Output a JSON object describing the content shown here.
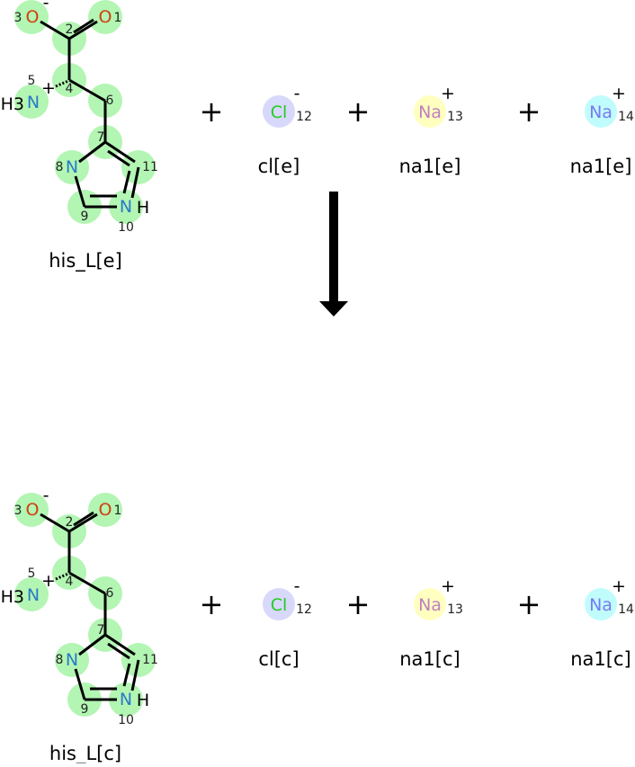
{
  "reaction": {
    "colors": {
      "highlight": "#b3f5b3",
      "oxygen": "#d04010",
      "nitrogen": "#2a7ac8",
      "chlorine_text": "#22cc22",
      "chlorine_bg": "#d8d8fb",
      "na13_text": "#c080c0",
      "na13_bg": "#ffffc0",
      "na14_text": "#7a7af0",
      "na14_bg": "#c0fcfc"
    },
    "plus_sign": "+",
    "sides": [
      {
        "his": {
          "name": "his_L[e]",
          "O3": "O",
          "O3_charge": "-",
          "O1": "O",
          "N5": "N",
          "N5_prefix": "H3",
          "N5_charge": "+",
          "N8": "N",
          "N10": "N",
          "N10_suffix": "H",
          "nums": [
            "1",
            "2",
            "3",
            "4",
            "5",
            "6",
            "7",
            "8",
            "9",
            "10",
            "11"
          ]
        },
        "cl": {
          "name": "cl[e]",
          "symbol": "Cl",
          "charge": "-",
          "num": "12"
        },
        "na13": {
          "name": "na1[e]",
          "symbol": "Na",
          "charge": "+",
          "num": "13"
        },
        "na14": {
          "name": "na1[e]",
          "symbol": "Na",
          "charge": "+",
          "num": "14"
        }
      },
      {
        "his": {
          "name": "his_L[c]",
          "O3": "O",
          "O3_charge": "-",
          "O1": "O",
          "N5": "N",
          "N5_prefix": "H3",
          "N5_charge": "+",
          "N8": "N",
          "N10": "N",
          "N10_suffix": "H",
          "nums": [
            "1",
            "2",
            "3",
            "4",
            "5",
            "6",
            "7",
            "8",
            "9",
            "10",
            "11"
          ]
        },
        "cl": {
          "name": "cl[c]",
          "symbol": "Cl",
          "charge": "-",
          "num": "12"
        },
        "na13": {
          "name": "na1[c]",
          "symbol": "Na",
          "charge": "+",
          "num": "13"
        },
        "na14": {
          "name": "na1[c]",
          "symbol": "Na",
          "charge": "+",
          "num": "14"
        }
      }
    ]
  }
}
